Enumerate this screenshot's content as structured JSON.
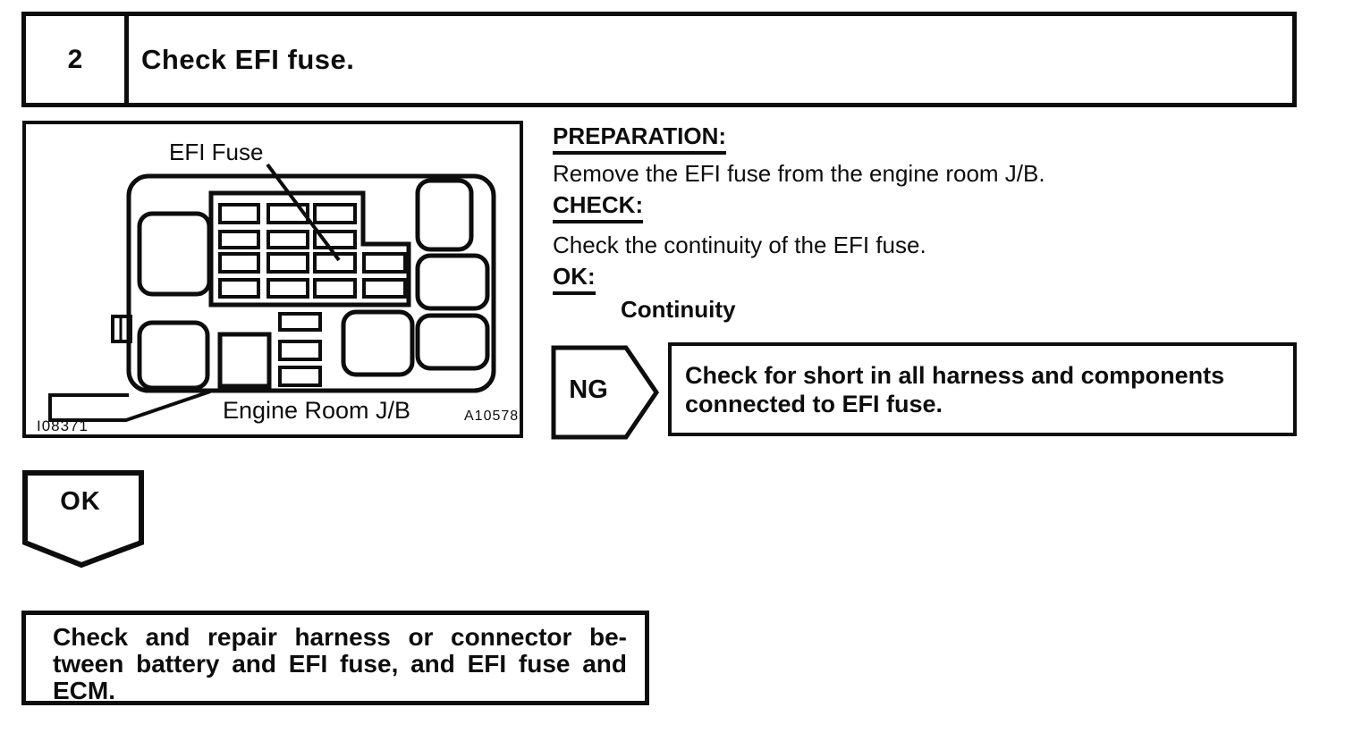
{
  "header": {
    "step_number": "2",
    "step_title": "Check EFI fuse."
  },
  "figure": {
    "efi_fuse_label": "EFI Fuse",
    "caption": "Engine Room J/B",
    "code_left": "I08371",
    "code_right": "A10578"
  },
  "instructions": {
    "preparation_heading": "PREPARATION:",
    "preparation_text": "Remove the EFI fuse from the engine room J/B.",
    "check_heading": "CHECK:",
    "check_text": "Check the continuity of the EFI fuse.",
    "ok_heading": "OK:",
    "ok_value": "Continuity"
  },
  "flow": {
    "ng_label": "NG",
    "ng_action_line1": "Check for short in all harness and components",
    "ng_action_line2": "connected to EFI fuse.",
    "ok_label": "OK",
    "ok_action_line1": "Check and repair harness or connector be-",
    "ok_action_line2": "tween battery and EFI fuse, and EFI fuse and",
    "ok_action_line3": "ECM."
  },
  "colors": {
    "ink": "#0d0d0d",
    "paper": "#ffffff"
  }
}
